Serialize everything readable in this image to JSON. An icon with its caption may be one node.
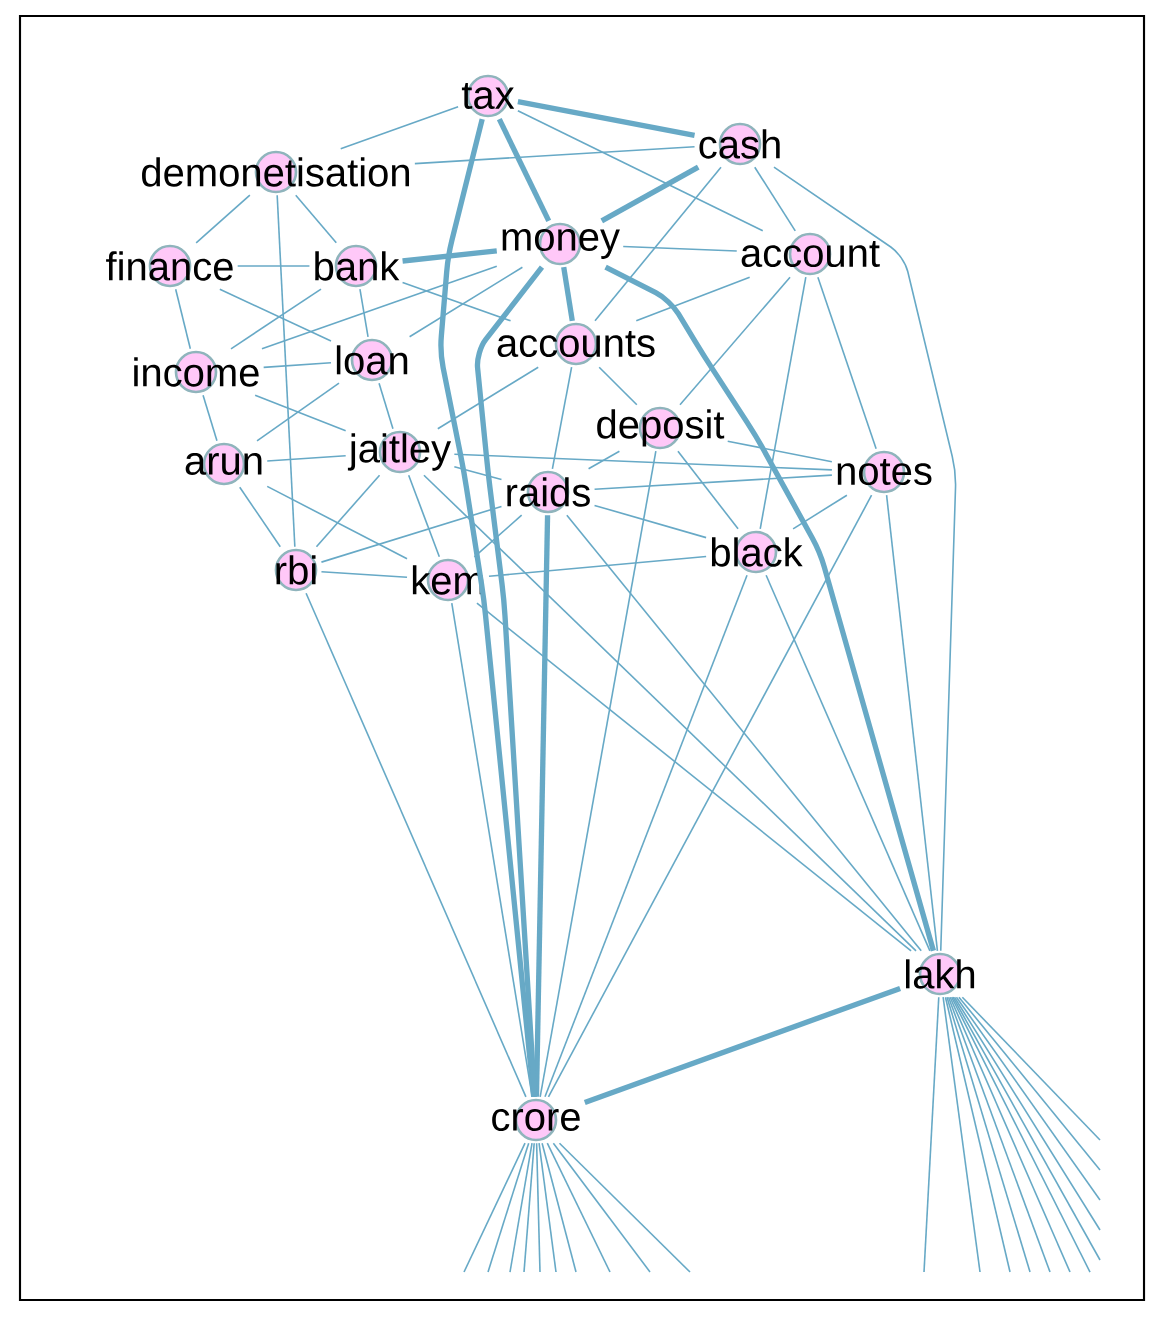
{
  "diagram": {
    "nodes": [
      {
        "text": [
          "tax"
        ]
      },
      {
        "text": [
          "demonetisation"
        ]
      },
      {
        "text": [
          "cash"
        ]
      },
      {
        "text": [
          "finance"
        ]
      },
      {
        "text": [
          "bank"
        ]
      },
      {
        "text": [
          "money"
        ]
      },
      {
        "text": [
          "account"
        ]
      },
      {
        "text": [
          "income"
        ]
      },
      {
        "text": [
          "loan"
        ]
      },
      {
        "text": [
          "accounts"
        ]
      },
      {
        "text": [
          "arun"
        ]
      },
      {
        "text": [
          "jaitley"
        ]
      },
      {
        "text": [
          "deposit"
        ]
      },
      {
        "text": [
          "notes"
        ]
      },
      {
        "text": [
          "raids"
        ]
      },
      {
        "text": [
          "rbi"
        ]
      },
      {
        "text": [
          "kem"
        ]
      },
      {
        "text": [
          "black"
        ]
      },
      {
        "text": [
          "lakh"
        ]
      },
      {
        "text": [
          "crore"
        ]
      }
    ],
    "edges": [
      {
        "from": 0,
        "to": 1,
        "arrow": "none"
      },
      {
        "from": 0,
        "to": 2,
        "arrow": "none",
        "style": "thick"
      },
      {
        "from": 0,
        "to": 5,
        "arrow": "none",
        "style": "thick"
      },
      {
        "from": 0,
        "to": 6,
        "arrow": "none"
      },
      {
        "from": 2,
        "to": 1,
        "arrow": "none"
      },
      {
        "from": 2,
        "to": 5,
        "arrow": "none",
        "style": "thick"
      },
      {
        "from": 2,
        "to": 6,
        "arrow": "none"
      },
      {
        "from": 2,
        "to": 9,
        "arrow": "none"
      },
      {
        "from": 5,
        "to": 4,
        "arrow": "none",
        "style": "thick"
      },
      {
        "from": 5,
        "to": 6,
        "arrow": "none"
      },
      {
        "from": 5,
        "to": 7,
        "arrow": "none"
      },
      {
        "from": 5,
        "to": 8,
        "arrow": "none"
      },
      {
        "from": 5,
        "to": 9,
        "arrow": "none",
        "style": "thick"
      },
      {
        "from": 4,
        "to": 1,
        "arrow": "none"
      },
      {
        "from": 4,
        "to": 3,
        "arrow": "none"
      },
      {
        "from": 4,
        "to": 7,
        "arrow": "none"
      },
      {
        "from": 4,
        "to": 8,
        "arrow": "none"
      },
      {
        "from": 4,
        "to": 9,
        "arrow": "none"
      },
      {
        "from": 1,
        "to": 3,
        "arrow": "none"
      },
      {
        "from": 1,
        "to": 15,
        "arrow": "none"
      },
      {
        "from": 3,
        "to": 7,
        "arrow": "none"
      },
      {
        "from": 3,
        "to": 8,
        "arrow": "none"
      },
      {
        "from": 6,
        "to": 9,
        "arrow": "none"
      },
      {
        "from": 6,
        "to": 12,
        "arrow": "none"
      },
      {
        "from": 6,
        "to": 13,
        "arrow": "none"
      },
      {
        "from": 6,
        "to": 17,
        "arrow": "none"
      },
      {
        "from": 7,
        "to": 8,
        "arrow": "none"
      },
      {
        "from": 7,
        "to": 10,
        "arrow": "none"
      },
      {
        "from": 7,
        "to": 11,
        "arrow": "none"
      },
      {
        "from": 8,
        "to": 10,
        "arrow": "none"
      },
      {
        "from": 8,
        "to": 11,
        "arrow": "none"
      },
      {
        "from": 9,
        "to": 11,
        "arrow": "none"
      },
      {
        "from": 9,
        "to": 12,
        "arrow": "none"
      },
      {
        "from": 9,
        "to": 14,
        "arrow": "none"
      },
      {
        "from": 10,
        "to": 11,
        "arrow": "none"
      },
      {
        "from": 10,
        "to": 15,
        "arrow": "none"
      },
      {
        "from": 10,
        "to": 16,
        "arrow": "none"
      },
      {
        "from": 11,
        "to": 13,
        "arrow": "none"
      },
      {
        "from": 11,
        "to": 14,
        "arrow": "none"
      },
      {
        "from": 11,
        "to": 15,
        "arrow": "none"
      },
      {
        "from": 11,
        "to": 16,
        "arrow": "none"
      },
      {
        "from": 12,
        "to": 13,
        "arrow": "none"
      },
      {
        "from": 12,
        "to": 14,
        "arrow": "none"
      },
      {
        "from": 12,
        "to": 17,
        "arrow": "none"
      },
      {
        "from": 13,
        "to": 14,
        "arrow": "none"
      },
      {
        "from": 13,
        "to": 17,
        "arrow": "none"
      },
      {
        "from": 14,
        "to": 15,
        "arrow": "none"
      },
      {
        "from": 14,
        "to": 16,
        "arrow": "none"
      },
      {
        "from": 14,
        "to": 17,
        "arrow": "none"
      },
      {
        "from": 15,
        "to": 16,
        "arrow": "none"
      },
      {
        "from": 16,
        "to": 17,
        "arrow": "none"
      },
      {
        "from": 18,
        "to": 11,
        "arrow": "none"
      },
      {
        "from": 18,
        "to": 13,
        "arrow": "none"
      },
      {
        "from": 18,
        "to": 14,
        "arrow": "none"
      },
      {
        "from": 18,
        "to": 16,
        "arrow": "none"
      },
      {
        "from": 18,
        "to": 17,
        "arrow": "none"
      },
      {
        "from": 19,
        "to": 12,
        "arrow": "none"
      },
      {
        "from": 19,
        "to": 13,
        "arrow": "none"
      },
      {
        "from": 19,
        "to": 14,
        "arrow": "none",
        "style": "thick"
      },
      {
        "from": 19,
        "to": 15,
        "arrow": "none"
      },
      {
        "from": 19,
        "to": 16,
        "arrow": "none"
      },
      {
        "from": 19,
        "to": 17,
        "arrow": "none"
      },
      {
        "from": 19,
        "to": 18,
        "arrow": "none",
        "style": "thick"
      },
      {
        "from": 0,
        "to": 19,
        "arrow": "none",
        "style": "thick"
      },
      {
        "from": 5,
        "to": 19,
        "arrow": "none",
        "style": "thick"
      },
      {
        "from": 5,
        "to": 18,
        "arrow": "none",
        "style": "thick"
      },
      {
        "from": 2,
        "to": 18,
        "arrow": "none"
      },
      {
        "from": 19,
        "to": null,
        "arrow": "none"
      },
      {
        "from": 19,
        "to": null,
        "arrow": "none"
      },
      {
        "from": 19,
        "to": null,
        "arrow": "none"
      },
      {
        "from": 19,
        "to": null,
        "arrow": "none"
      },
      {
        "from": 19,
        "to": null,
        "arrow": "none"
      },
      {
        "from": 19,
        "to": null,
        "arrow": "none"
      },
      {
        "from": 19,
        "to": null,
        "arrow": "none"
      },
      {
        "from": 19,
        "to": null,
        "arrow": "none"
      },
      {
        "from": 19,
        "to": null,
        "arrow": "none"
      },
      {
        "from": 19,
        "to": null,
        "arrow": "none"
      },
      {
        "from": 18,
        "to": null,
        "arrow": "none"
      },
      {
        "from": 18,
        "to": null,
        "arrow": "none"
      },
      {
        "from": 18,
        "to": null,
        "arrow": "none"
      },
      {
        "from": 18,
        "to": null,
        "arrow": "none"
      },
      {
        "from": 18,
        "to": null,
        "arrow": "none"
      },
      {
        "from": 18,
        "to": null,
        "arrow": "none"
      },
      {
        "from": 18,
        "to": null,
        "arrow": "none"
      },
      {
        "from": 18,
        "to": null,
        "arrow": "none"
      },
      {
        "from": 18,
        "to": null,
        "arrow": "none"
      },
      {
        "from": 18,
        "to": null,
        "arrow": "none"
      },
      {
        "from": 18,
        "to": null,
        "arrow": "none"
      },
      {
        "from": 18,
        "to": null,
        "arrow": "none"
      }
    ]
  }
}
